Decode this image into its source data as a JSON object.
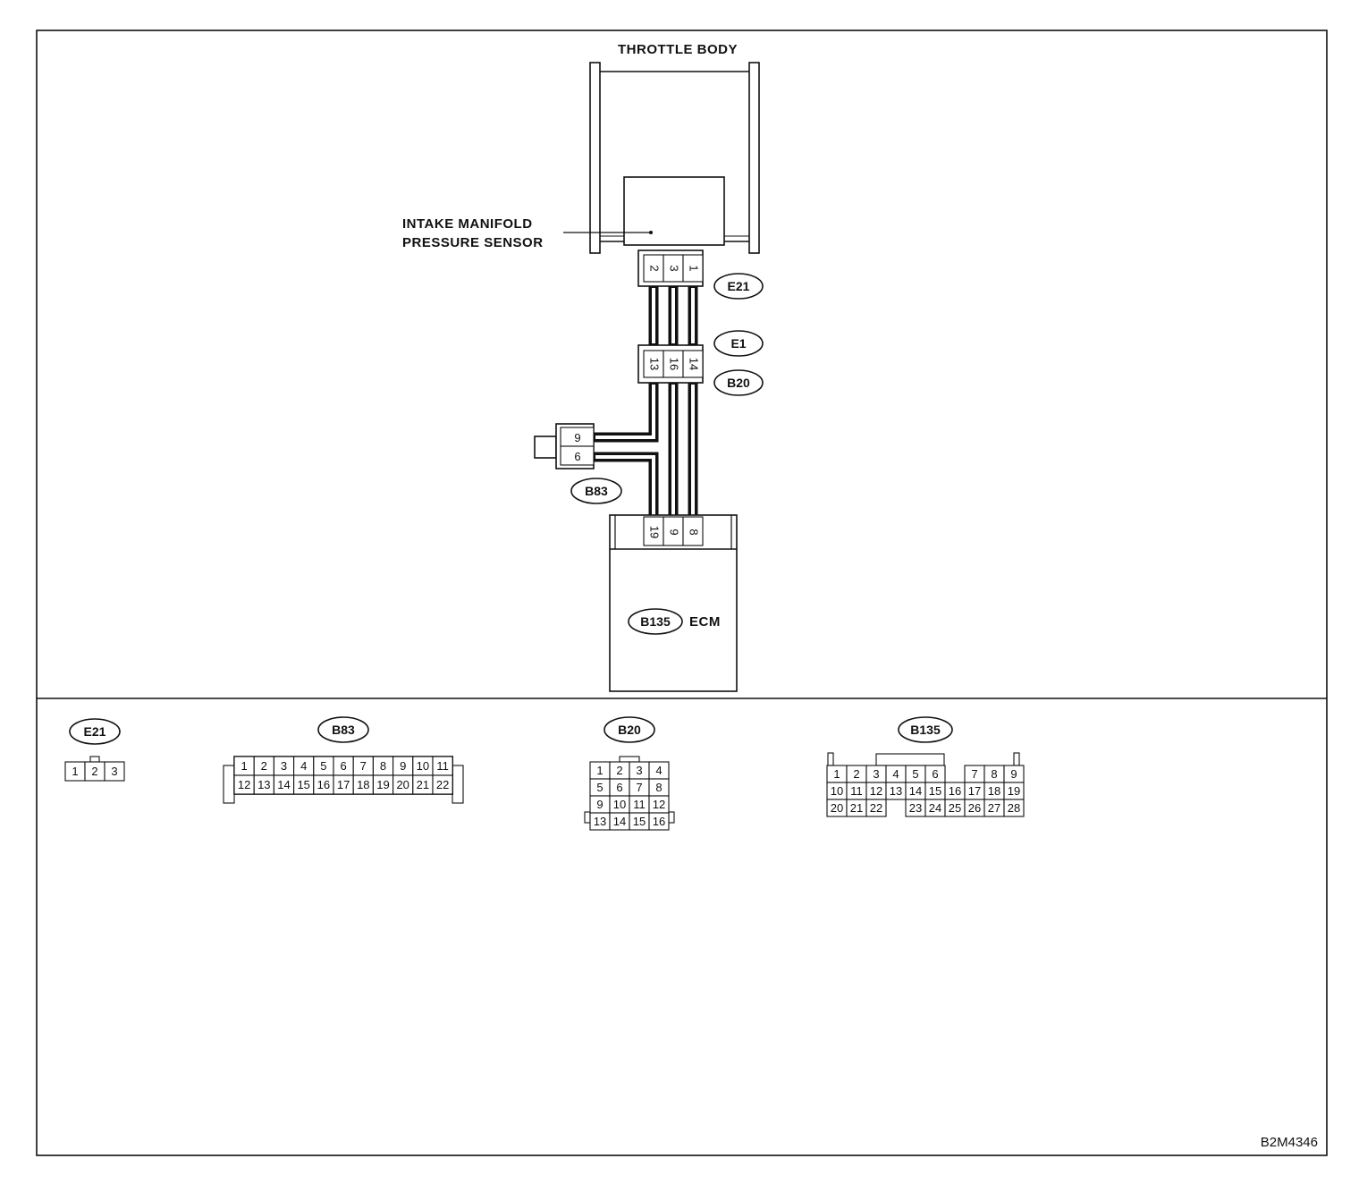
{
  "labels": {
    "throttle_body": "THROTTLE BODY",
    "sensor_line1": "INTAKE MANIFOLD",
    "sensor_line2": "PRESSURE SENSOR",
    "ecm": "ECM",
    "figure_code": "B2M4346"
  },
  "connectors": {
    "e21": {
      "tag": "E21",
      "pins": [
        "2",
        "3",
        "1"
      ]
    },
    "e1": {
      "tag": "E1"
    },
    "b20": {
      "tag": "B20",
      "pins": [
        "13",
        "16",
        "14"
      ]
    },
    "b83": {
      "tag": "B83",
      "pins": [
        "9",
        "6"
      ]
    },
    "b135": {
      "tag": "B135",
      "pins": [
        "19",
        "9",
        "8"
      ]
    }
  },
  "faces": {
    "e21": {
      "tag": "E21",
      "pins": [
        "1",
        "2",
        "3"
      ]
    },
    "b83": {
      "tag": "B83",
      "row1": [
        "1",
        "2",
        "3",
        "4",
        "5",
        "6",
        "7",
        "8",
        "9",
        "10",
        "11"
      ],
      "row2": [
        "12",
        "13",
        "14",
        "15",
        "16",
        "17",
        "18",
        "19",
        "20",
        "21",
        "22"
      ]
    },
    "b20": {
      "tag": "B20",
      "rows": [
        [
          "1",
          "2",
          "3",
          "4"
        ],
        [
          "5",
          "6",
          "7",
          "8"
        ],
        [
          "9",
          "10",
          "11",
          "12"
        ],
        [
          "13",
          "14",
          "15",
          "16"
        ]
      ]
    },
    "b135": {
      "tag": "B135",
      "row1": [
        "1",
        "2",
        "3",
        "4",
        "5",
        "6",
        "",
        "7",
        "8",
        "9"
      ],
      "row2": [
        "10",
        "11",
        "12",
        "13",
        "14",
        "15",
        "16",
        "17",
        "18",
        "19"
      ],
      "row3": [
        "20",
        "21",
        "22",
        "",
        "23",
        "24",
        "25",
        "26",
        "27",
        "28"
      ]
    }
  }
}
